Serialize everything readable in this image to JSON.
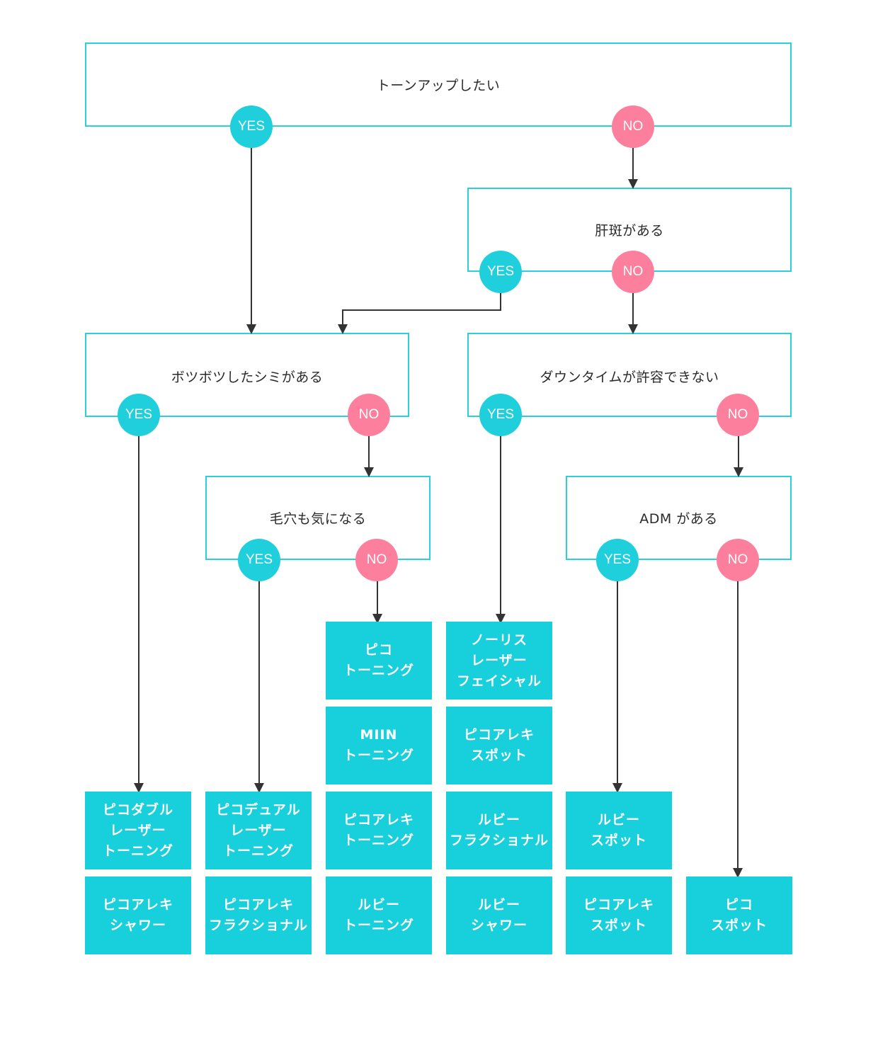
{
  "colors": {
    "box_border": "#2ccfdc",
    "yes": "#1fcfdc",
    "no": "#fd7f9e",
    "result": "#17d0dc",
    "arrow": "#333333"
  },
  "answers": {
    "yes": "YES",
    "no": "NO"
  },
  "questions": {
    "q1": "トーンアップしたい",
    "q2": "肝斑がある",
    "q3": "ボツボツしたシミがある",
    "q4": "ダウンタイムが許容できない",
    "q5": "毛穴も気になる",
    "q6": "ADM がある"
  },
  "results": {
    "col1": [
      "ピコダブル\nレーザー\nトーニング",
      "ピコアレキ\nシャワー"
    ],
    "col2": [
      "ピコデュアル\nレーザー\nトーニング",
      "ピコアレキ\nフラクショナル"
    ],
    "col3": [
      "ピコ\nトーニング",
      "MIIN\nトーニング",
      "ピコアレキ\nトーニング",
      "ルビー\nトーニング"
    ],
    "col4": [
      "ノーリス\nレーザー\nフェイシャル",
      "ピコアレキ\nスポット",
      "ルビー\nフラクショナル",
      "ルビー\nシャワー"
    ],
    "col5": [
      "ルビー\nスポット",
      "ピコアレキ\nスポット"
    ],
    "col6": [
      "ピコ\nスポット"
    ]
  }
}
